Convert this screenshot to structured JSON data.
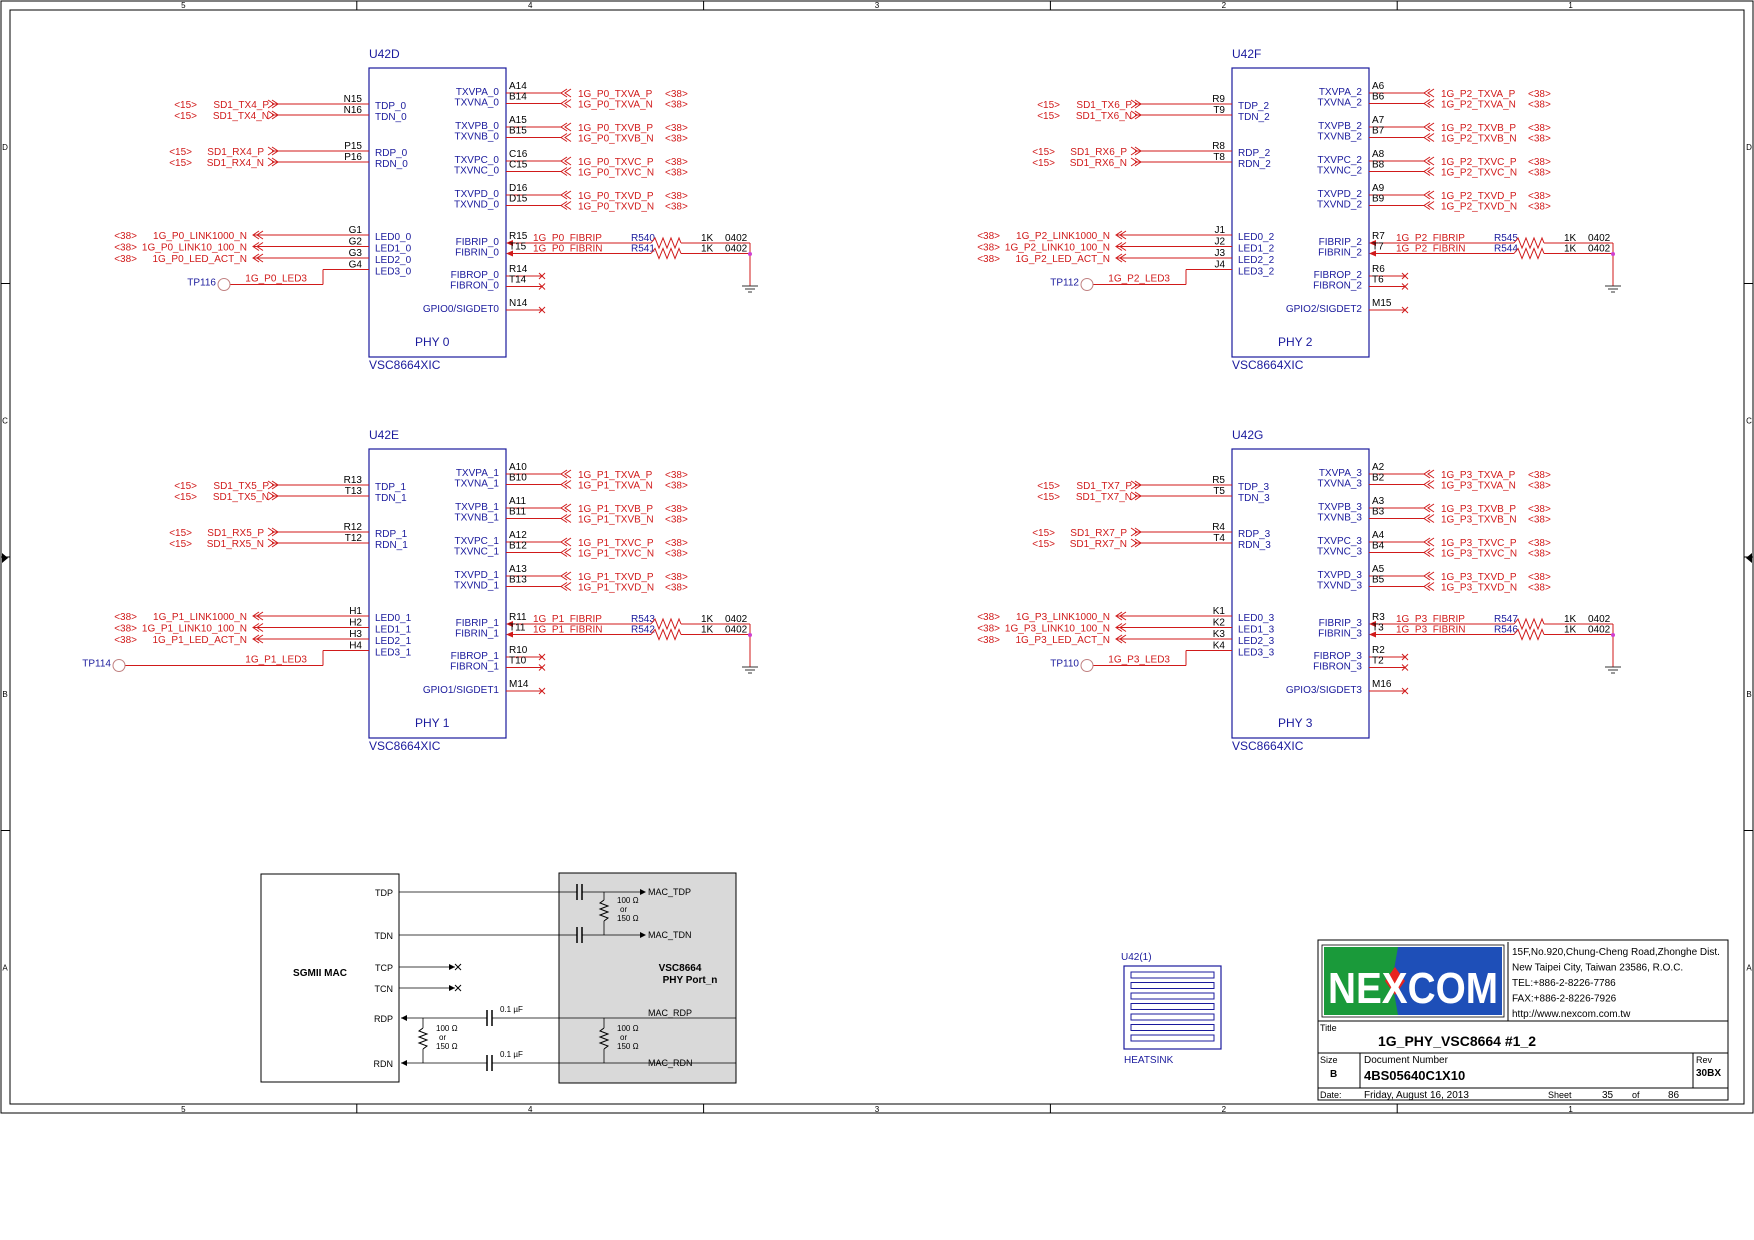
{
  "border": {
    "columns": [
      "5",
      "4",
      "3",
      "2",
      "1"
    ],
    "rows": [
      "D",
      "C",
      "B",
      "A"
    ]
  },
  "colors": {
    "border": "#000000",
    "part_outline": "#1a1a9c",
    "net": "#d01a1a",
    "logo_green": "#1a9a3a",
    "logo_blue": "#1e4fb8"
  },
  "phy_blocks": [
    {
      "ref": "U42D",
      "phy_label": "PHY 0",
      "part": "VSC8664XIC",
      "tx_in": [
        {
          "pin_num": "N15",
          "pin": "TDP_0",
          "net": "SD1_TX4_P",
          "page": "<15>"
        },
        {
          "pin_num": "N16",
          "pin": "TDN_0",
          "net": "SD1_TX4_N",
          "page": "<15>"
        }
      ],
      "rx_in": [
        {
          "pin_num": "P15",
          "pin": "RDP_0",
          "net": "SD1_RX4_P",
          "page": "<15>"
        },
        {
          "pin_num": "P16",
          "pin": "RDN_0",
          "net": "SD1_RX4_N",
          "page": "<15>"
        }
      ],
      "led": [
        {
          "pin_num": "G1",
          "pin": "LED0_0",
          "net": "1G_P0_LINK1000_N",
          "page": "<38>"
        },
        {
          "pin_num": "G2",
          "pin": "LED1_0",
          "net": "1G_P0_LINK10_100_N",
          "page": "<38>"
        },
        {
          "pin_num": "G3",
          "pin": "LED2_0",
          "net": "1G_P0_LED_ACT_N",
          "page": "<38>"
        },
        {
          "pin_num": "G4",
          "pin": "LED3_0",
          "net": "1G_P0_LED3",
          "page": ""
        }
      ],
      "testpoint": "TP116",
      "tx_out": [
        {
          "pin_num": "A14",
          "pin": "TXVPA_0",
          "net": "1G_P0_TXVA_P",
          "page": "<38>"
        },
        {
          "pin_num": "B14",
          "pin": "TXVNA_0",
          "net": "1G_P0_TXVA_N",
          "page": "<38>"
        },
        {
          "pin_num": "A15",
          "pin": "TXVPB_0",
          "net": "1G_P0_TXVB_P",
          "page": "<38>"
        },
        {
          "pin_num": "B15",
          "pin": "TXVNB_0",
          "net": "1G_P0_TXVB_N",
          "page": "<38>"
        },
        {
          "pin_num": "C16",
          "pin": "TXVPC_0",
          "net": "1G_P0_TXVC_P",
          "page": "<38>"
        },
        {
          "pin_num": "C15",
          "pin": "TXVNC_0",
          "net": "1G_P0_TXVC_N",
          "page": "<38>"
        },
        {
          "pin_num": "D16",
          "pin": "TXVPD_0",
          "net": "1G_P0_TXVD_P",
          "page": "<38>"
        },
        {
          "pin_num": "D15",
          "pin": "TXVND_0",
          "net": "1G_P0_TXVD_N",
          "page": "<38>"
        }
      ],
      "fibri": [
        {
          "pin_num": "R15",
          "pin": "FIBRIP_0",
          "net": "1G_P0_FIBRIP",
          "res": "R540",
          "val": "1K",
          "pkg": "0402"
        },
        {
          "pin_num": "T15",
          "pin": "FIBRIN_0",
          "net": "1G_P0_FIBRIN",
          "res": "R541",
          "val": "1K",
          "pkg": "0402"
        }
      ],
      "fibro": [
        {
          "pin_num": "R14",
          "pin": "FIBROP_0"
        },
        {
          "pin_num": "T14",
          "pin": "FIBRON_0"
        }
      ],
      "gpio": {
        "pin_num": "N14",
        "pin": "GPIO0/SIGDET0"
      }
    },
    {
      "ref": "U42F",
      "phy_label": "PHY 2",
      "part": "VSC8664XIC",
      "tx_in": [
        {
          "pin_num": "R9",
          "pin": "TDP_2",
          "net": "SD1_TX6_P",
          "page": "<15>"
        },
        {
          "pin_num": "T9",
          "pin": "TDN_2",
          "net": "SD1_TX6_N",
          "page": "<15>"
        }
      ],
      "rx_in": [
        {
          "pin_num": "R8",
          "pin": "RDP_2",
          "net": "SD1_RX6_P",
          "page": "<15>"
        },
        {
          "pin_num": "T8",
          "pin": "RDN_2",
          "net": "SD1_RX6_N",
          "page": "<15>"
        }
      ],
      "led": [
        {
          "pin_num": "J1",
          "pin": "LED0_2",
          "net": "1G_P2_LINK1000_N",
          "page": "<38>"
        },
        {
          "pin_num": "J2",
          "pin": "LED1_2",
          "net": "1G_P2_LINK10_100_N",
          "page": "<38>"
        },
        {
          "pin_num": "J3",
          "pin": "LED2_2",
          "net": "1G_P2_LED_ACT_N",
          "page": "<38>"
        },
        {
          "pin_num": "J4",
          "pin": "LED3_2",
          "net": "1G_P2_LED3",
          "page": ""
        }
      ],
      "testpoint": "TP112",
      "tx_out": [
        {
          "pin_num": "A6",
          "pin": "TXVPA_2",
          "net": "1G_P2_TXVA_P",
          "page": "<38>"
        },
        {
          "pin_num": "B6",
          "pin": "TXVNA_2",
          "net": "1G_P2_TXVA_N",
          "page": "<38>"
        },
        {
          "pin_num": "A7",
          "pin": "TXVPB_2",
          "net": "1G_P2_TXVB_P",
          "page": "<38>"
        },
        {
          "pin_num": "B7",
          "pin": "TXVNB_2",
          "net": "1G_P2_TXVB_N",
          "page": "<38>"
        },
        {
          "pin_num": "A8",
          "pin": "TXVPC_2",
          "net": "1G_P2_TXVC_P",
          "page": "<38>"
        },
        {
          "pin_num": "B8",
          "pin": "TXVNC_2",
          "net": "1G_P2_TXVC_N",
          "page": "<38>"
        },
        {
          "pin_num": "A9",
          "pin": "TXVPD_2",
          "net": "1G_P2_TXVD_P",
          "page": "<38>"
        },
        {
          "pin_num": "B9",
          "pin": "TXVND_2",
          "net": "1G_P2_TXVD_N",
          "page": "<38>"
        }
      ],
      "fibri": [
        {
          "pin_num": "R7",
          "pin": "FIBRIP_2",
          "net": "1G_P2_FIBRIP",
          "res": "R545",
          "val": "1K",
          "pkg": "0402"
        },
        {
          "pin_num": "T7",
          "pin": "FIBRIN_2",
          "net": "1G_P2_FIBRIN",
          "res": "R544",
          "val": "1K",
          "pkg": "0402"
        }
      ],
      "fibro": [
        {
          "pin_num": "R6",
          "pin": "FIBROP_2"
        },
        {
          "pin_num": "T6",
          "pin": "FIBRON_2"
        }
      ],
      "gpio": {
        "pin_num": "M15",
        "pin": "GPIO2/SIGDET2"
      }
    },
    {
      "ref": "U42E",
      "phy_label": "PHY 1",
      "part": "VSC8664XIC",
      "tx_in": [
        {
          "pin_num": "R13",
          "pin": "TDP_1",
          "net": "SD1_TX5_P",
          "page": "<15>"
        },
        {
          "pin_num": "T13",
          "pin": "TDN_1",
          "net": "SD1_TX5_N",
          "page": "<15>"
        }
      ],
      "rx_in": [
        {
          "pin_num": "R12",
          "pin": "RDP_1",
          "net": "SD1_RX5_P",
          "page": "<15>"
        },
        {
          "pin_num": "T12",
          "pin": "RDN_1",
          "net": "SD1_RX5_N",
          "page": "<15>"
        }
      ],
      "led": [
        {
          "pin_num": "H1",
          "pin": "LED0_1",
          "net": "1G_P1_LINK1000_N",
          "page": "<38>"
        },
        {
          "pin_num": "H2",
          "pin": "LED1_1",
          "net": "1G_P1_LINK10_100_N",
          "page": "<38>"
        },
        {
          "pin_num": "H3",
          "pin": "LED2_1",
          "net": "1G_P1_LED_ACT_N",
          "page": "<38>"
        },
        {
          "pin_num": "H4",
          "pin": "LED3_1",
          "net": "1G_P1_LED3",
          "page": ""
        }
      ],
      "testpoint": "TP114",
      "tx_out": [
        {
          "pin_num": "A10",
          "pin": "TXVPA_1",
          "net": "1G_P1_TXVA_P",
          "page": "<38>"
        },
        {
          "pin_num": "B10",
          "pin": "TXVNA_1",
          "net": "1G_P1_TXVA_N",
          "page": "<38>"
        },
        {
          "pin_num": "A11",
          "pin": "TXVPB_1",
          "net": "1G_P1_TXVB_P",
          "page": "<38>"
        },
        {
          "pin_num": "B11",
          "pin": "TXVNB_1",
          "net": "1G_P1_TXVB_N",
          "page": "<38>"
        },
        {
          "pin_num": "A12",
          "pin": "TXVPC_1",
          "net": "1G_P1_TXVC_P",
          "page": "<38>"
        },
        {
          "pin_num": "B12",
          "pin": "TXVNC_1",
          "net": "1G_P1_TXVC_N",
          "page": "<38>"
        },
        {
          "pin_num": "A13",
          "pin": "TXVPD_1",
          "net": "1G_P1_TXVD_P",
          "page": "<38>"
        },
        {
          "pin_num": "B13",
          "pin": "TXVND_1",
          "net": "1G_P1_TXVD_N",
          "page": "<38>"
        }
      ],
      "fibri": [
        {
          "pin_num": "R11",
          "pin": "FIBRIP_1",
          "net": "1G_P1_FIBRIP",
          "res": "R543",
          "val": "1K",
          "pkg": "0402"
        },
        {
          "pin_num": "T11",
          "pin": "FIBRIN_1",
          "net": "1G_P1_FIBRIN",
          "res": "R542",
          "val": "1K",
          "pkg": "0402"
        }
      ],
      "fibro": [
        {
          "pin_num": "R10",
          "pin": "FIBROP_1"
        },
        {
          "pin_num": "T10",
          "pin": "FIBRON_1"
        }
      ],
      "gpio": {
        "pin_num": "M14",
        "pin": "GPIO1/SIGDET1"
      }
    },
    {
      "ref": "U42G",
      "phy_label": "PHY 3",
      "part": "VSC8664XIC",
      "tx_in": [
        {
          "pin_num": "R5",
          "pin": "TDP_3",
          "net": "SD1_TX7_P",
          "page": "<15>"
        },
        {
          "pin_num": "T5",
          "pin": "TDN_3",
          "net": "SD1_TX7_N",
          "page": "<15>"
        }
      ],
      "rx_in": [
        {
          "pin_num": "R4",
          "pin": "RDP_3",
          "net": "SD1_RX7_P",
          "page": "<15>"
        },
        {
          "pin_num": "T4",
          "pin": "RDN_3",
          "net": "SD1_RX7_N",
          "page": "<15>"
        }
      ],
      "led": [
        {
          "pin_num": "K1",
          "pin": "LED0_3",
          "net": "1G_P3_LINK1000_N",
          "page": "<38>"
        },
        {
          "pin_num": "K2",
          "pin": "LED1_3",
          "net": "1G_P3_LINK10_100_N",
          "page": "<38>"
        },
        {
          "pin_num": "K3",
          "pin": "LED2_3",
          "net": "1G_P3_LED_ACT_N",
          "page": "<38>"
        },
        {
          "pin_num": "K4",
          "pin": "LED3_3",
          "net": "1G_P3_LED3",
          "page": ""
        }
      ],
      "testpoint": "TP110",
      "tx_out": [
        {
          "pin_num": "A2",
          "pin": "TXVPA_3",
          "net": "1G_P3_TXVA_P",
          "page": "<38>"
        },
        {
          "pin_num": "B2",
          "pin": "TXVNA_3",
          "net": "1G_P3_TXVA_N",
          "page": "<38>"
        },
        {
          "pin_num": "A3",
          "pin": "TXVPB_3",
          "net": "1G_P3_TXVB_P",
          "page": "<38>"
        },
        {
          "pin_num": "B3",
          "pin": "TXVNB_3",
          "net": "1G_P3_TXVB_N",
          "page": "<38>"
        },
        {
          "pin_num": "A4",
          "pin": "TXVPC_3",
          "net": "1G_P3_TXVC_P",
          "page": "<38>"
        },
        {
          "pin_num": "B4",
          "pin": "TXVNC_3",
          "net": "1G_P3_TXVC_N",
          "page": "<38>"
        },
        {
          "pin_num": "A5",
          "pin": "TXVPD_3",
          "net": "1G_P3_TXVD_P",
          "page": "<38>"
        },
        {
          "pin_num": "B5",
          "pin": "TXVND_3",
          "net": "1G_P3_TXVD_N",
          "page": "<38>"
        }
      ],
      "fibri": [
        {
          "pin_num": "R3",
          "pin": "FIBRIP_3",
          "net": "1G_P3_FIBRIP",
          "res": "R547",
          "val": "1K",
          "pkg": "0402"
        },
        {
          "pin_num": "T3",
          "pin": "FIBRIN_3",
          "net": "1G_P3_FIBRIN",
          "res": "R546",
          "val": "1K",
          "pkg": "0402"
        }
      ],
      "fibro": [
        {
          "pin_num": "R2",
          "pin": "FIBROP_3"
        },
        {
          "pin_num": "T2",
          "pin": "FIBRON_3"
        }
      ],
      "gpio": {
        "pin_num": "M16",
        "pin": "GPIO3/SIGDET3"
      }
    }
  ],
  "sgmii": {
    "mac_label": "SGMII MAC",
    "pins": [
      "TDP",
      "TDN",
      "TCP",
      "TCN",
      "RDP",
      "RDN"
    ],
    "phy_label_1": "VSC8664",
    "phy_label_2": "PHY Port_n",
    "mac_tdp": "MAC_TDP",
    "mac_tdn": "MAC_TDN",
    "mac_rdp": "MAC_RDP",
    "mac_rdn": "MAC_RDN",
    "res_value": "100 Ω",
    "res_or": "or",
    "res_alt": "150 Ω",
    "cap_value": "0.1 µF"
  },
  "heatsink": {
    "ref": "U42(1)",
    "label": "HEATSINK"
  },
  "title_block": {
    "logo": "NEXCOM",
    "address_lines": [
      "15F,No.920,Chung-Cheng Road,Zhonghe Dist.",
      "New Taipei City, Taiwan 23586, R.O.C.",
      "TEL:+886-2-8226-7786",
      "FAX:+886-2-8226-7926",
      "http://www.nexcom.com.tw"
    ],
    "title_label": "Title",
    "title": "1G_PHY_VSC8664 #1_2",
    "size_label": "Size",
    "size": "B",
    "docnum_label": "Document Number",
    "docnum": "4BS05640C1X10",
    "rev_label": "Rev",
    "rev": "30BX",
    "date_label": "Date:",
    "date": "Friday, August 16, 2013",
    "sheet_label": "Sheet",
    "sheet": "35",
    "of_label": "of",
    "of": "86"
  }
}
